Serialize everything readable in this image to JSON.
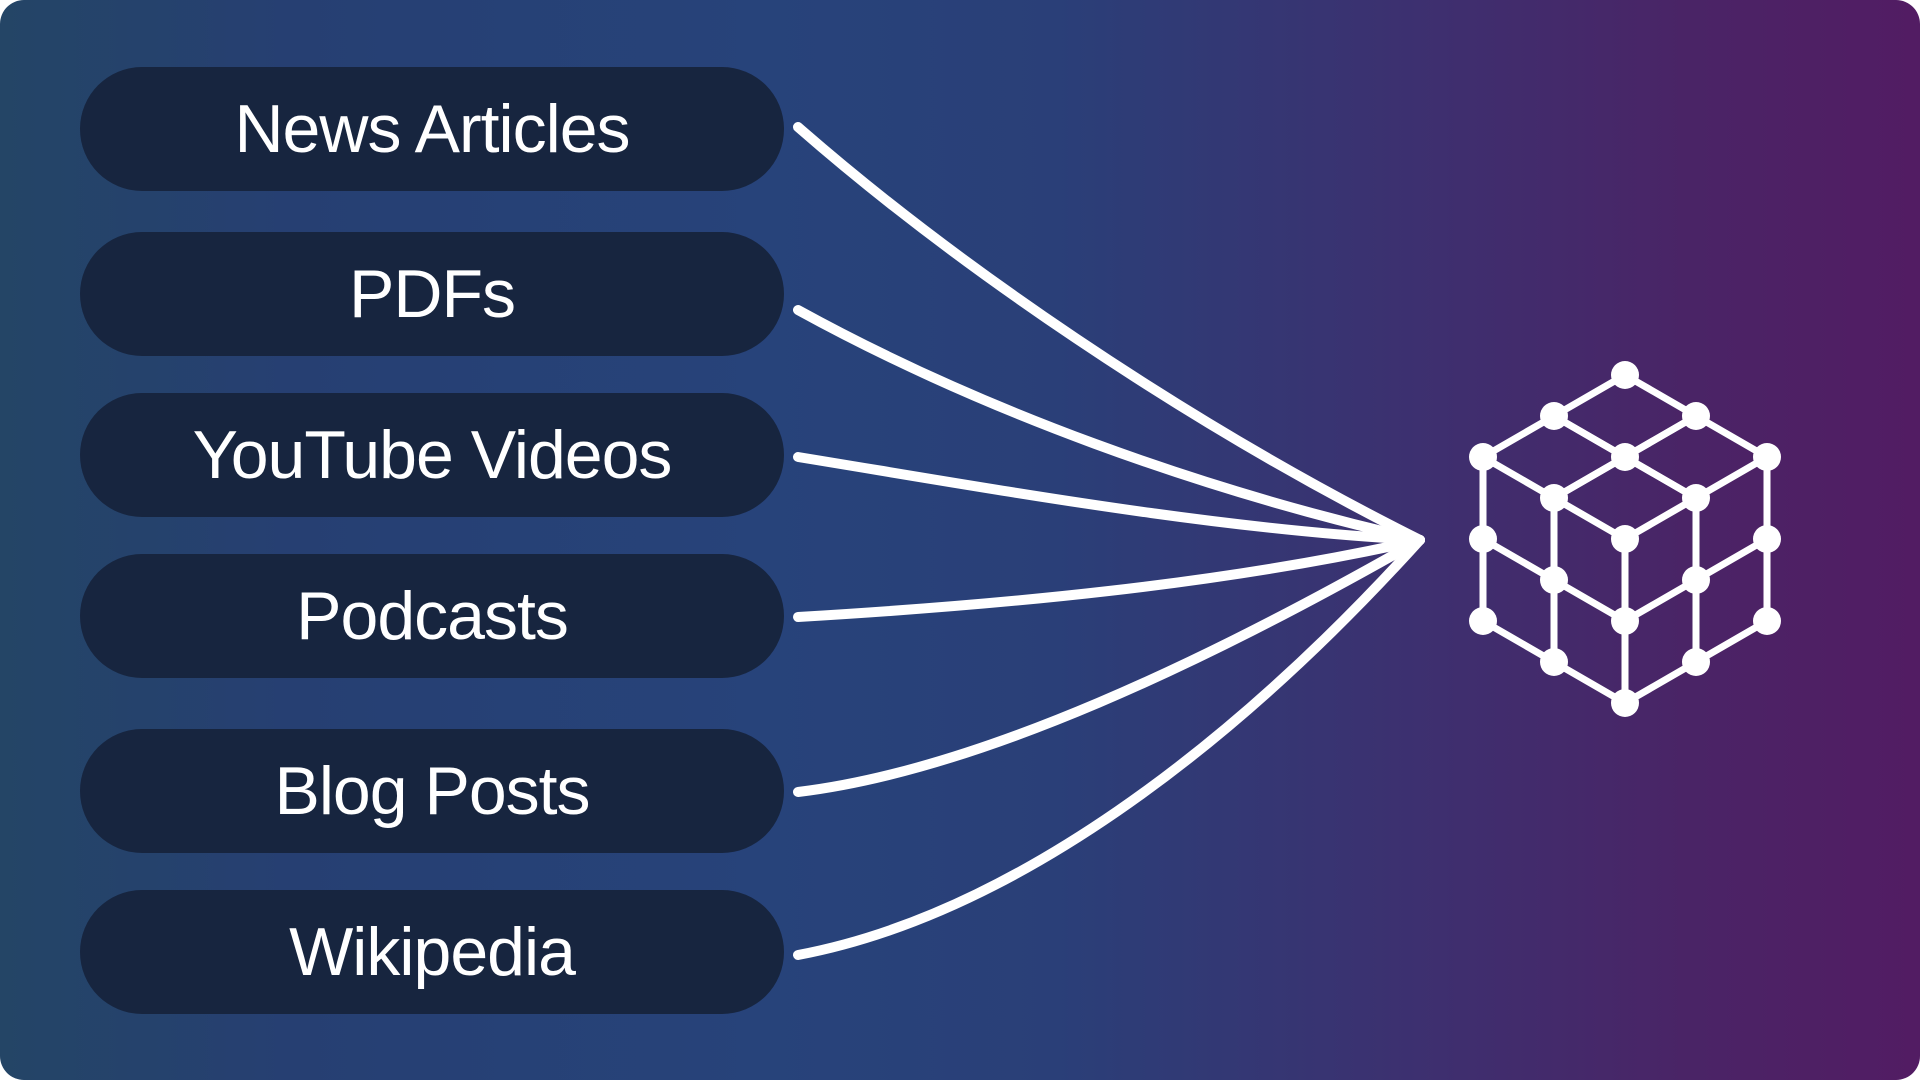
{
  "sources": [
    {
      "label": "News Articles"
    },
    {
      "label": "PDFs"
    },
    {
      "label": "YouTube Videos"
    },
    {
      "label": "Podcasts"
    },
    {
      "label": "Blog Posts"
    },
    {
      "label": "Wikipedia"
    }
  ],
  "target": {
    "icon": "knowledge-graph-cube-icon"
  },
  "colors": {
    "pill_fill": "#17253f",
    "line": "#ffffff",
    "gradient_start": "#244566",
    "gradient_end": "#521c63"
  }
}
